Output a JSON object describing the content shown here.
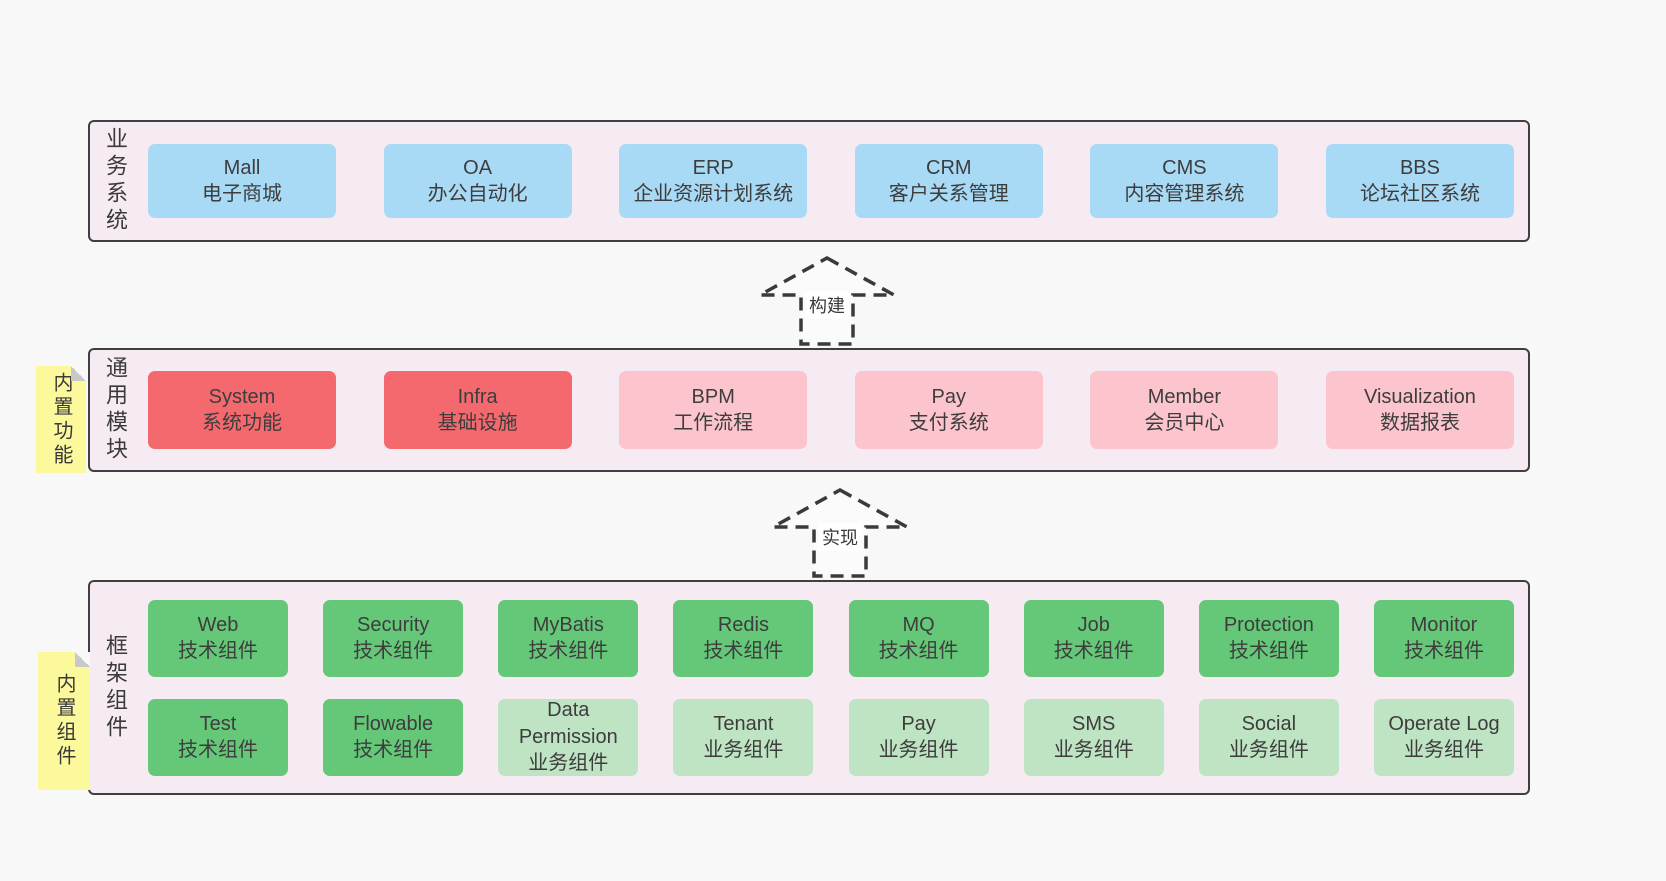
{
  "colors": {
    "page_bg": "#f8f8f8",
    "band_bg": "#f7ebf3",
    "band_border": "#3f3f3f",
    "blue_box": "#a8d9f5",
    "red_box": "#f4696e",
    "pink_box": "#fcc5ce",
    "green_box": "#65c878",
    "light_green_box": "#bee4c3",
    "note_yellow": "#fcf89c",
    "text": "#3d3d3d"
  },
  "bands": [
    {
      "label": "业务系统",
      "items": [
        {
          "name": "Mall",
          "desc": "电子商城"
        },
        {
          "name": "OA",
          "desc": "办公自动化"
        },
        {
          "name": "ERP",
          "desc": "企业资源计划系统"
        },
        {
          "name": "CRM",
          "desc": "客户关系管理"
        },
        {
          "name": "CMS",
          "desc": "内容管理系统"
        },
        {
          "name": "BBS",
          "desc": "论坛社区系统"
        }
      ]
    },
    {
      "label": "通用模块",
      "note": "内置功能",
      "items": [
        {
          "name": "System",
          "desc": "系统功能"
        },
        {
          "name": "Infra",
          "desc": "基础设施"
        },
        {
          "name": "BPM",
          "desc": "工作流程"
        },
        {
          "name": "Pay",
          "desc": "支付系统"
        },
        {
          "name": "Member",
          "desc": "会员中心"
        },
        {
          "name": "Visualization",
          "desc": "数据报表"
        }
      ]
    },
    {
      "label": "框架组件",
      "note": "内置组件",
      "rows": [
        [
          {
            "name": "Web",
            "desc": "技术组件"
          },
          {
            "name": "Security",
            "desc": "技术组件"
          },
          {
            "name": "MyBatis",
            "desc": "技术组件"
          },
          {
            "name": "Redis",
            "desc": "技术组件"
          },
          {
            "name": "MQ",
            "desc": "技术组件"
          },
          {
            "name": "Job",
            "desc": "技术组件"
          },
          {
            "name": "Protection",
            "desc": "技术组件"
          },
          {
            "name": "Monitor",
            "desc": "技术组件"
          }
        ],
        [
          {
            "name": "Test",
            "desc": "技术组件"
          },
          {
            "name": "Flowable",
            "desc": "技术组件"
          },
          {
            "name": "Data Permission",
            "desc": "业务组件"
          },
          {
            "name": "Tenant",
            "desc": "业务组件"
          },
          {
            "name": "Pay",
            "desc": "业务组件"
          },
          {
            "name": "SMS",
            "desc": "业务组件"
          },
          {
            "name": "Social",
            "desc": "业务组件"
          },
          {
            "name": "Operate Log",
            "desc": "业务组件"
          }
        ]
      ]
    }
  ],
  "arrows": [
    {
      "label": "构建"
    },
    {
      "label": "实现"
    }
  ]
}
